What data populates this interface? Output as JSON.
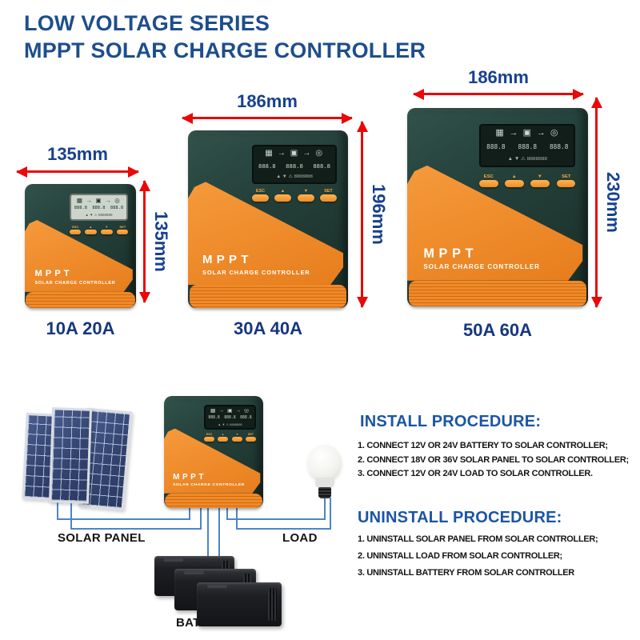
{
  "title": {
    "line1": "LOW VOLTAGE SERIES",
    "line2": "MPPT SOLAR CHARGE CONTROLLER"
  },
  "brand": {
    "name": "MPPT",
    "subtitle": "SOLAR CHARGE CONTROLLER"
  },
  "lcd": {
    "flow": "▦ → ▣ → ◎",
    "values": [
      "888.8",
      "888.8",
      "888.8"
    ],
    "status": "▲ ▼ ⚠ 8888888"
  },
  "buttons": [
    "ESC",
    "▲",
    "▼",
    "SET"
  ],
  "products": [
    {
      "name": "10A 20A",
      "width": "135mm",
      "height": "135mm"
    },
    {
      "name": "30A 40A",
      "width": "186mm",
      "height": "196mm"
    },
    {
      "name": "50A 60A",
      "width": "186mm",
      "height": "230mm"
    }
  ],
  "install": {
    "heading": "INSTALL PROCEDURE:",
    "steps": [
      "1. CONNECT 12V OR 24V BATTERY TO SOLAR CONTROLLER;",
      "2. CONNECT 18V OR 36V SOLAR PANEL TO SOLAR CONTROLLER;",
      "3. CONNECT 12V OR 24V LOAD TO SOLAR CONTROLLER."
    ]
  },
  "uninstall": {
    "heading": "UNINSTALL PROCEDURE:",
    "steps": [
      "1. UNINSTALL SOLAR PANEL FROM SOLAR CONTROLLER;",
      "2. UNINSTALL LOAD FROM SOLAR CONTROLLER;",
      "3. UNINSTALL BATTERY FROM SOLAR CONTROLLER"
    ]
  },
  "diagram": {
    "solar_panel_label": "SOLAR PANEL",
    "load_label": "LOAD",
    "battery_label": "BATTERY"
  },
  "colors": {
    "title_navy": "#1d4e8d",
    "heading_blue": "#1b55a5",
    "arrow_red": "#e90909",
    "body_green": "#24403a",
    "orange": "#ee8a2a",
    "wire_blue": "#4d85c8"
  }
}
